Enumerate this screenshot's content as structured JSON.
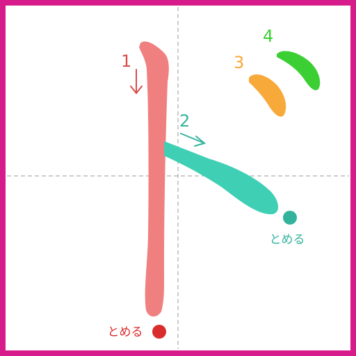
{
  "colors": {
    "border": "#d81b8a",
    "guide": "#999999",
    "stroke1": "#f08080",
    "stroke2": "#3fcfb5",
    "stroke3": "#f7a93a",
    "stroke4": "#3ccf34",
    "stop1_label": "#d92c2c",
    "stop2_label": "#33b39c",
    "arrow1": "#d84c4c",
    "arrow2": "#33b39c"
  },
  "strokes": [
    {
      "number": "1",
      "direction_icon": "arrow-down"
    },
    {
      "number": "2",
      "direction_icon": "arrow-down-right"
    },
    {
      "number": "3"
    },
    {
      "number": "4"
    }
  ],
  "stop_markers": [
    {
      "label": "とめる",
      "stroke": "1"
    },
    {
      "label": "とめる",
      "stroke": "2"
    }
  ]
}
